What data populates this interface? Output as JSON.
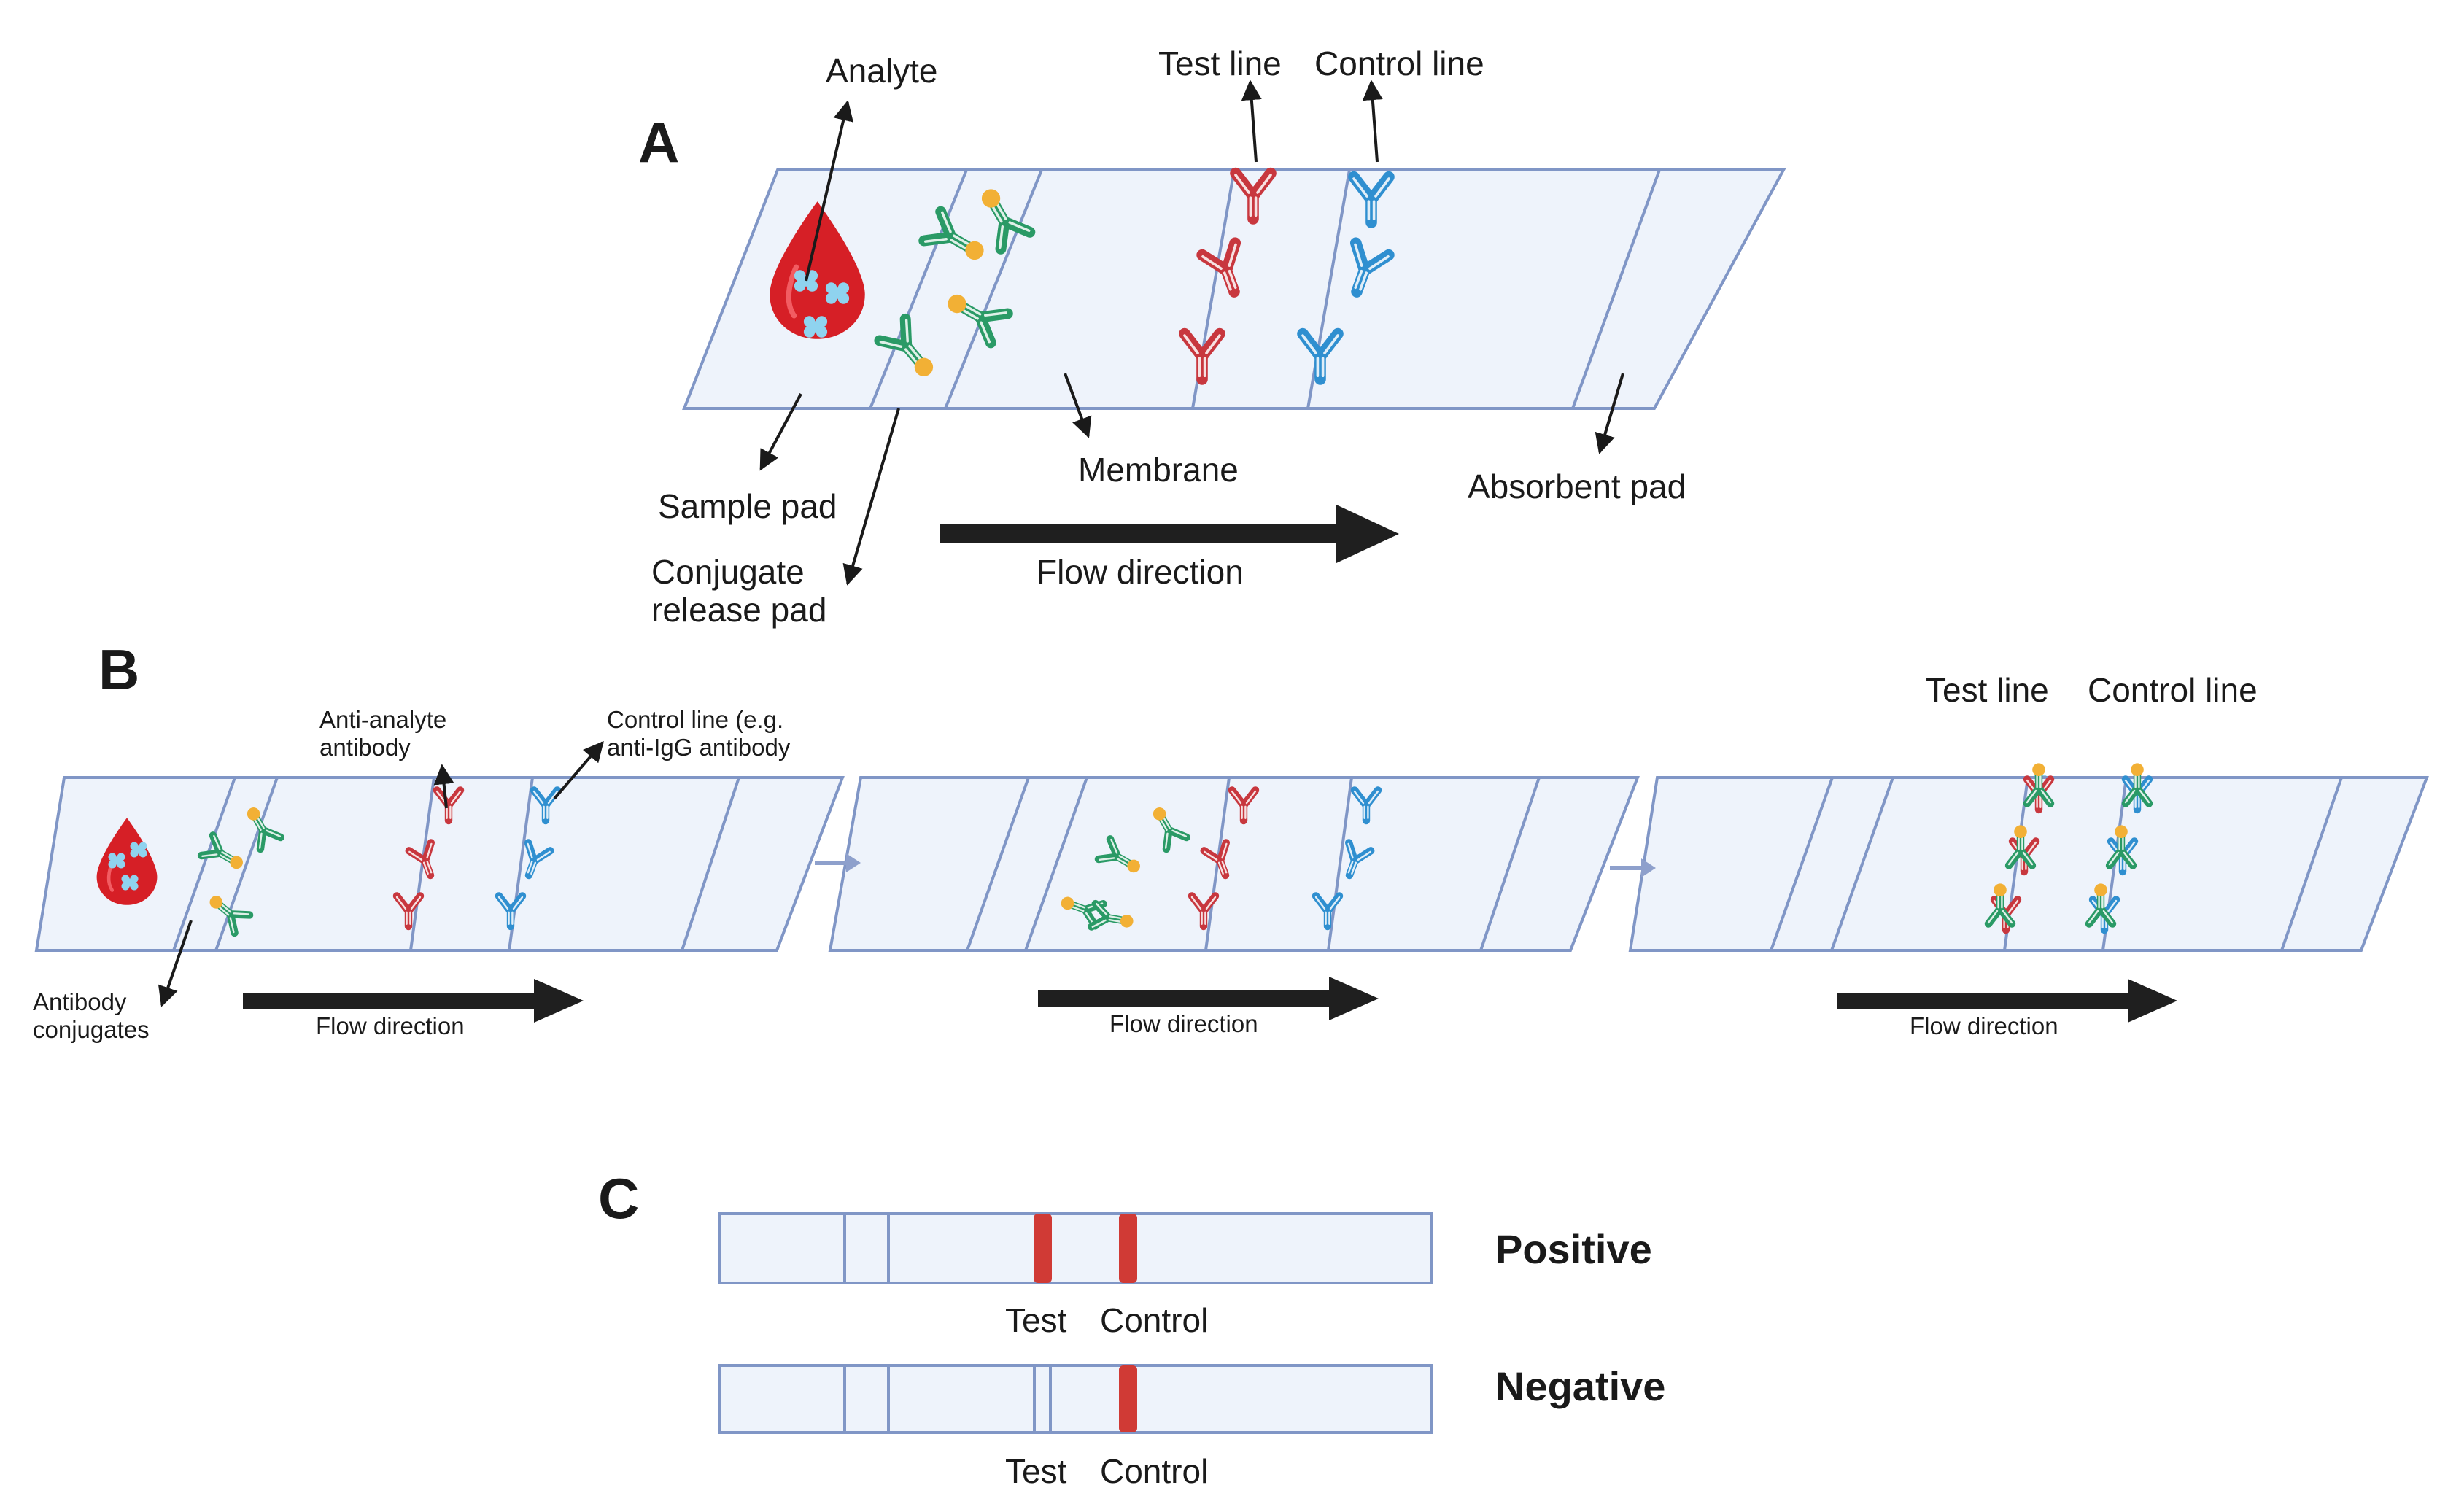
{
  "panels": {
    "a": {
      "letter": "A",
      "analyte_label": "Analyte",
      "test_line_label": "Test line",
      "control_line_label": "Control line",
      "sample_pad_label": "Sample pad",
      "conjugate_pad_label_1": "Conjugate",
      "conjugate_pad_label_2": "release pad",
      "membrane_label": "Membrane",
      "absorbent_pad_label": "Absorbent pad",
      "flow_label": "Flow direction"
    },
    "b": {
      "letter": "B",
      "anti_analyte_label_1": "Anti-analyte",
      "anti_analyte_label_2": "antibody",
      "control_line_label_1": "Control line (e.g.",
      "control_line_label_2": "anti-IgG antibody",
      "antibody_conjugates_label_1": "Antibody",
      "antibody_conjugates_label_2": "conjugates",
      "flow_label_1": "Flow direction",
      "flow_label_2": "Flow direction",
      "flow_label_3": "Flow direction",
      "test_line_label": "Test line",
      "control_line_label": "Control line"
    },
    "c": {
      "letter": "C",
      "positive_label": "Positive",
      "negative_label": "Negative",
      "test_label_1": "Test",
      "control_label_1": "Control",
      "test_label_2": "Test",
      "control_label_2": "Control"
    }
  },
  "colors": {
    "strip_fill": "#eef3fb",
    "strip_stroke": "#8096c6",
    "test_antibody": "#c8373e",
    "control_antibody": "#2f8fd0",
    "conjugate_antibody": "#2a9a66",
    "gold_particle": "#f2b035",
    "analyte": "#8fd3ef",
    "sample_drop": "#d61f26",
    "flow_arrow": "#1f1f1f",
    "result_line": "#d03a35"
  }
}
